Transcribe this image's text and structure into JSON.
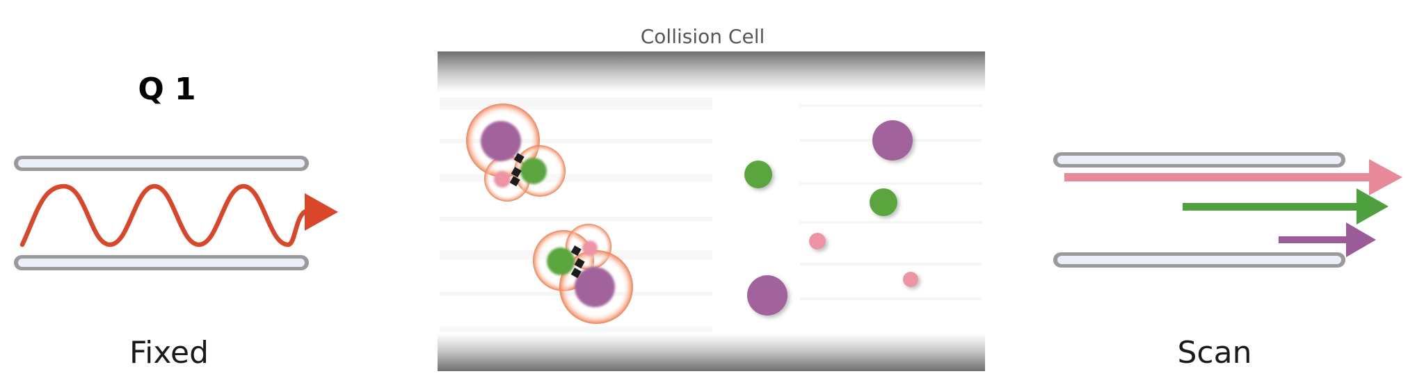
{
  "labels": {
    "q1": "Q 1",
    "fixed": "Fixed",
    "collision_cell": "Collision Cell",
    "scan": "Scan"
  },
  "colors": {
    "wave": "#d9472a",
    "rod_outline": "#9a9a9a",
    "rod_fill": "#dfe6f2",
    "ion_large": "#a2649d",
    "ion_medium": "#5aa53c",
    "ion_small": "#ec93a6",
    "halo": "#f08a5e",
    "arrow_pink": "#e8899a",
    "arrow_green": "#4e9f3d",
    "arrow_purple": "#9b5a98",
    "plate_dark": "#7f7f7f"
  },
  "icons": {
    "bond": "black-bond-link",
    "wave": "sine-wave-arrow"
  }
}
